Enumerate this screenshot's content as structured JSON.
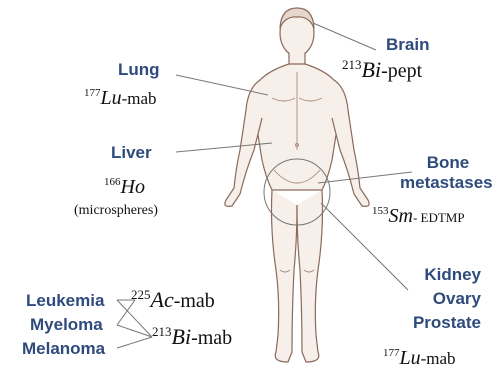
{
  "labels": {
    "brain": "Brain",
    "lung": "Lung",
    "liver": "Liver",
    "bone_line1": "Bone",
    "bone_line2": "metastases",
    "kidney_line1": "Kidney",
    "kidney_line2": "Ovary",
    "kidney_line3": "Prostate",
    "leukemia": "Leukemia",
    "myeloma": "Myeloma",
    "melanoma": "Melanoma"
  },
  "isotopes": {
    "brain": {
      "mass": "213",
      "element": "Bi",
      "suffix": "-pept"
    },
    "lung": {
      "mass": "177",
      "element": "Lu",
      "suffix": "-mab"
    },
    "liver": {
      "mass": "166",
      "element": "Ho",
      "note": "(microspheres)"
    },
    "bone": {
      "mass": "153",
      "element": "Sm",
      "suffix": "- EDTMP"
    },
    "kidney": {
      "mass": "177",
      "element": "Lu",
      "suffix": "-mab"
    },
    "blood1": {
      "mass": "225",
      "element": "Ac",
      "suffix": "-mab"
    },
    "blood2": {
      "mass": "213",
      "element": "Bi",
      "suffix": "-mab"
    }
  },
  "colors": {
    "label": "#2f4b7c",
    "outline": "#8a6a5a",
    "skin": "#f7efe9",
    "leader": "#777777"
  }
}
